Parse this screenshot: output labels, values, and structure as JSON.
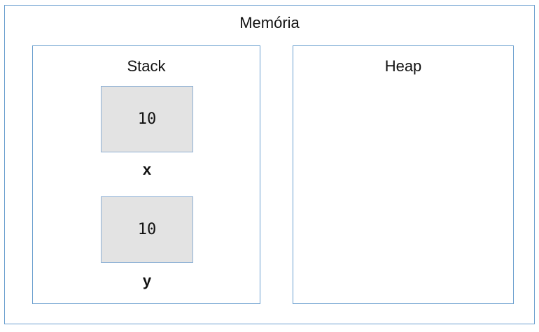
{
  "memory": {
    "title": "Memória",
    "stack": {
      "title": "Stack",
      "variables": [
        {
          "name": "x",
          "value": "10"
        },
        {
          "name": "y",
          "value": "10"
        }
      ]
    },
    "heap": {
      "title": "Heap"
    }
  },
  "colors": {
    "border": "#6a9fcf",
    "cell_fill": "#e3e3e3"
  }
}
